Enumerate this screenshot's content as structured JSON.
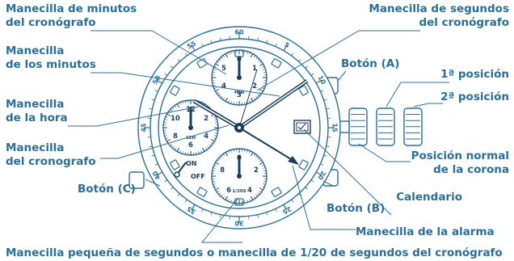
{
  "labels": {
    "chrono_minute_hand": [
      "Manecilla de minutos",
      "del cronógrafo"
    ],
    "chrono_second_hand": [
      "Manecilla de segundos",
      "del cronógrafo"
    ],
    "minute_hand": [
      "Manecilla",
      "de los minutos"
    ],
    "hour_hand": [
      "Manecilla",
      "de la hora"
    ],
    "chrono_hand": [
      "Manecilla",
      "del cronografo"
    ],
    "button_a": "Botón (A)",
    "button_b": "Botón (B)",
    "button_c": "Botón (C)",
    "position_1": "1ª posición",
    "position_2": "2ª posición",
    "crown_normal": [
      "Posición normal",
      "de la corona"
    ],
    "calendar": "Calendario",
    "alarm_hand": "Manecilla de la alarma",
    "small_second_hand": "Manecilla pequeña de segundos o manecilla de 1/20 de segundos del cronógrafo"
  },
  "dial": {
    "bezel_numbers": [
      "60",
      "5",
      "10",
      "15",
      "20",
      "25",
      "30",
      "35",
      "40",
      "45",
      "50",
      "55"
    ],
    "sub_top": {
      "numbers": [
        "0",
        "1",
        "2",
        "3",
        "4",
        "5"
      ],
      "label": "MIN"
    },
    "sub_left": {
      "numbers": [
        "12",
        "2",
        "4",
        "6",
        "8",
        "10"
      ],
      "label": "12H"
    },
    "sub_bottom": {
      "numbers": [
        "0",
        "2",
        "4",
        "6",
        "8"
      ],
      "label": "1/20S"
    },
    "switch": {
      "on": "ON",
      "off": "OFF"
    }
  },
  "colors": {
    "line": "#2a6f97",
    "hand": "#1b3d5a",
    "background": "#ffffff"
  }
}
